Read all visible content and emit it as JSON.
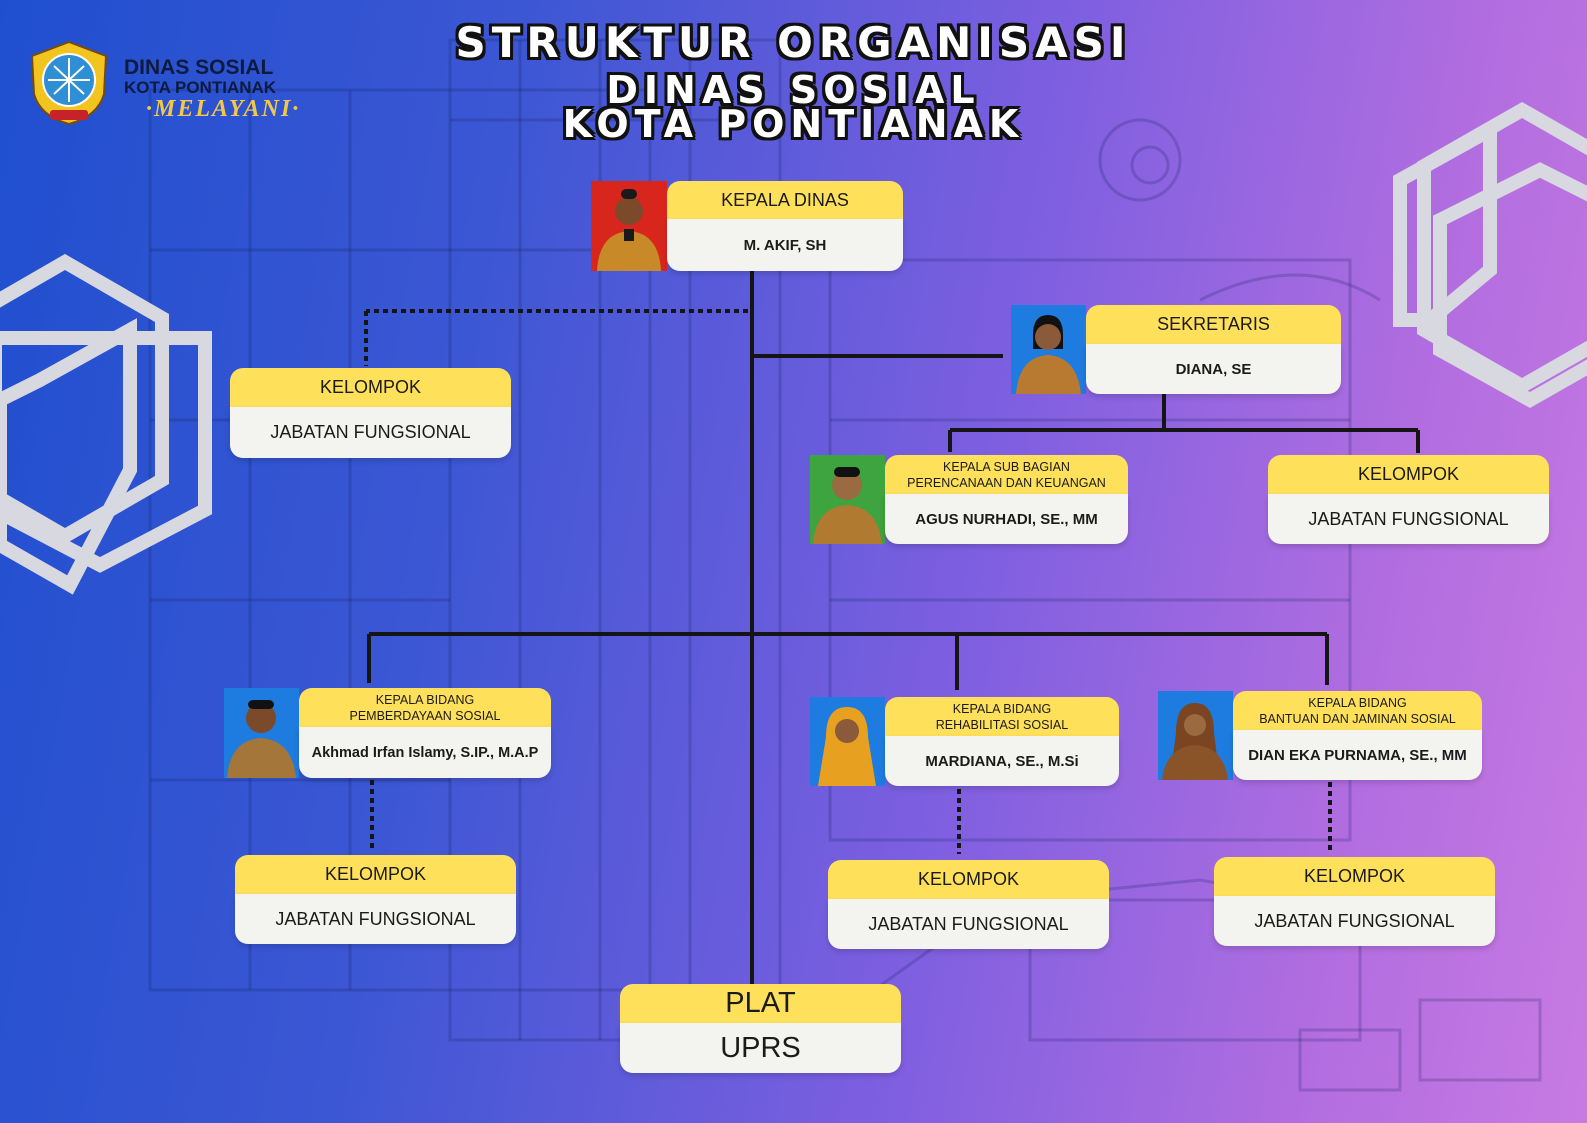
{
  "header": {
    "title_line1": "STRUKTUR ORGANISASI",
    "title_line2": "DINAS SOSIAL",
    "title_line3": "KOTA PONTIANAK"
  },
  "logo": {
    "line1": "DINAS SOSIAL",
    "line2": "KOTA PONTIANAK",
    "line3": "·MELAYANI·"
  },
  "nodes": {
    "kepala_dinas": {
      "title": "KEPALA DINAS",
      "name": "M. AKIF, SH",
      "photo_bg": "#d9261c"
    },
    "sekretaris": {
      "title": "SEKRETARIS",
      "name": "DIANA, SE",
      "photo_bg": "#1e7be0"
    },
    "kasubag": {
      "title": "KEPALA SUB BAGIAN\nPERENCANAAN DAN KEUANGAN",
      "name": "AGUS NURHADI, SE., MM",
      "photo_bg": "#3ea43f"
    },
    "kabid_pemberdayaan": {
      "title": "KEPALA BIDANG\nPEMBERDAYAAN SOSIAL",
      "name": "Akhmad Irfan Islamy, S.IP., M.A.P",
      "photo_bg": "#1e7be0"
    },
    "kabid_rehabilitasi": {
      "title": "KEPALA BIDANG\nREHABILITASI SOSIAL",
      "name": "MARDIANA, SE., M.Si",
      "photo_bg": "#1e7be0"
    },
    "kabid_bantuan": {
      "title": "KEPALA BIDANG\nBANTUAN DAN JAMINAN SOSIAL",
      "name": "DIAN EKA PURNAMA, SE., MM",
      "photo_bg": "#1e7be0"
    }
  },
  "groups": {
    "fungsional_top_left": {
      "title": "KELOMPOK",
      "subtitle": "JABATAN FUNGSIONAL"
    },
    "fungsional_sekretariat": {
      "title": "KELOMPOK",
      "subtitle": "JABATAN FUNGSIONAL"
    },
    "fungsional_pemberdayaan": {
      "title": "KELOMPOK",
      "subtitle": "JABATAN FUNGSIONAL"
    },
    "fungsional_rehabilitasi": {
      "title": "KELOMPOK",
      "subtitle": "JABATAN FUNGSIONAL"
    },
    "fungsional_bantuan": {
      "title": "KELOMPOK",
      "subtitle": "JABATAN FUNGSIONAL"
    },
    "plat_uprs": {
      "title": "PLAT",
      "subtitle": "UPRS"
    }
  },
  "colors": {
    "accent_yellow": "#ffe05a",
    "box_body": "#f3f3ef",
    "line": "#151515",
    "bg_left": "#1f4fcf",
    "bg_right": "#c77ae3"
  },
  "icons": [
    "government-seal-icon"
  ]
}
